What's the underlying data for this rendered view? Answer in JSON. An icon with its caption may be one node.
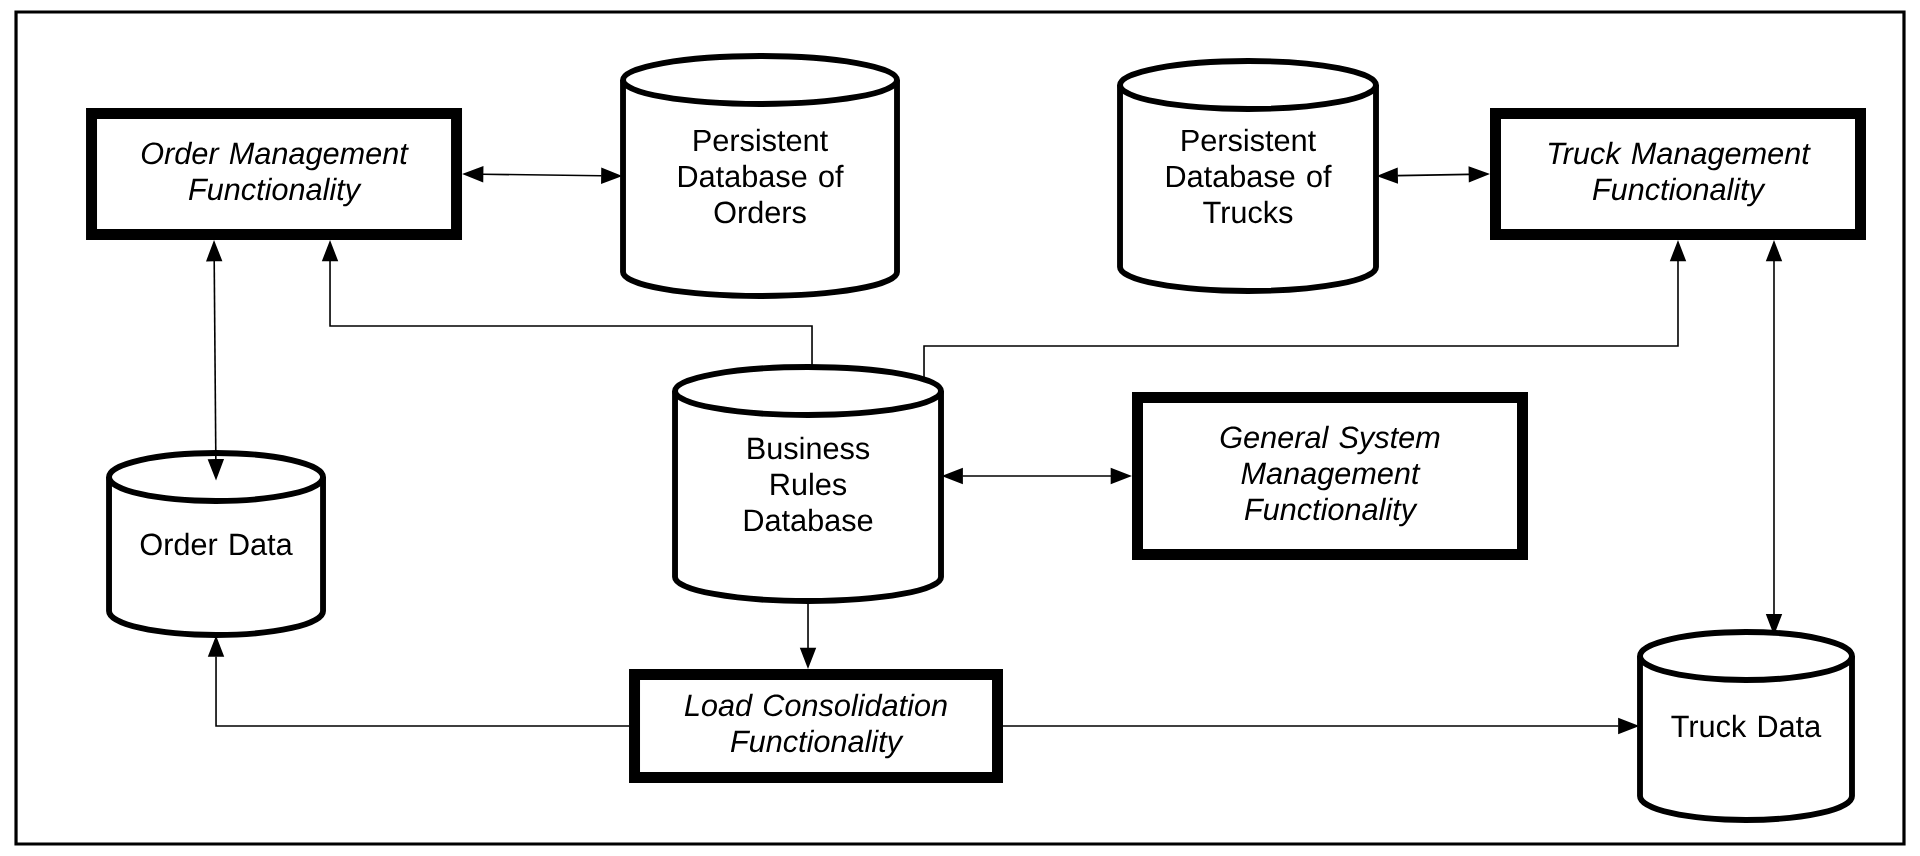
{
  "diagram": {
    "nodes": [
      {
        "text": [
          "Order Management Functionality"
        ]
      },
      {
        "text": [
          "Persistent Database of Orders"
        ]
      },
      {
        "text": [
          "Persistent Database of Trucks"
        ]
      },
      {
        "text": [
          "Truck Management Functionality"
        ]
      },
      {
        "text": [
          "Business Rules Database"
        ]
      },
      {
        "text": [
          "General System Management Functionality"
        ]
      },
      {
        "text": [
          "Order Data"
        ]
      },
      {
        "text": [
          "Load Consolidation Functionality"
        ]
      },
      {
        "text": [
          "Truck Data"
        ]
      }
    ],
    "edges": [
      {
        "from": 0,
        "to": 1,
        "arrow": "both"
      },
      {
        "from": 2,
        "to": 3,
        "arrow": "both"
      },
      {
        "from": 0,
        "to": 6,
        "arrow": "both"
      },
      {
        "from": 4,
        "to": 0,
        "arrow": "to"
      },
      {
        "from": 4,
        "to": 3,
        "arrow": "to"
      },
      {
        "from": 4,
        "to": 5,
        "arrow": "both"
      },
      {
        "from": 3,
        "to": 8,
        "arrow": "both"
      },
      {
        "from": 4,
        "to": 7,
        "arrow": "to"
      },
      {
        "from": 7,
        "to": 6,
        "arrow": "to"
      },
      {
        "from": 7,
        "to": 8,
        "arrow": "to"
      }
    ]
  }
}
